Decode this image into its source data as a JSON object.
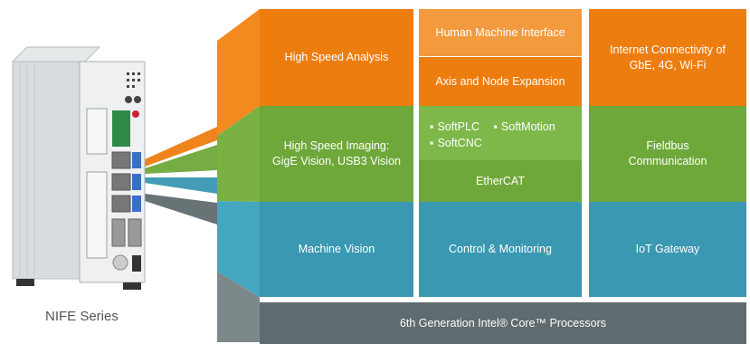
{
  "device": {
    "caption": "NIFE Series"
  },
  "columns": [
    {
      "top": "High Speed Analysis",
      "middle": "High Speed Imaging:\nGigE Vision, USB3 Vision",
      "bottom": "Machine Vision"
    },
    {
      "top_a": "Human Machine Interface",
      "top_b": "Axis and Node Expansion",
      "middle_items": [
        "SoftPLC",
        "SoftMotion",
        "SoftCNC"
      ],
      "middle_b": "EtherCAT",
      "bottom": "Control & Monitoring"
    },
    {
      "top": "Internet Connectivity of\nGbE, 4G, Wi-Fi",
      "middle": "Fieldbus\nCommunication",
      "bottom": "IoT Gateway"
    }
  ],
  "base": "6th Generation Intel® Core™ Processors",
  "colors": {
    "orange": "#ee7d10",
    "green": "#6fa83a",
    "teal": "#3a98b2",
    "gray": "#5f6b6e"
  }
}
